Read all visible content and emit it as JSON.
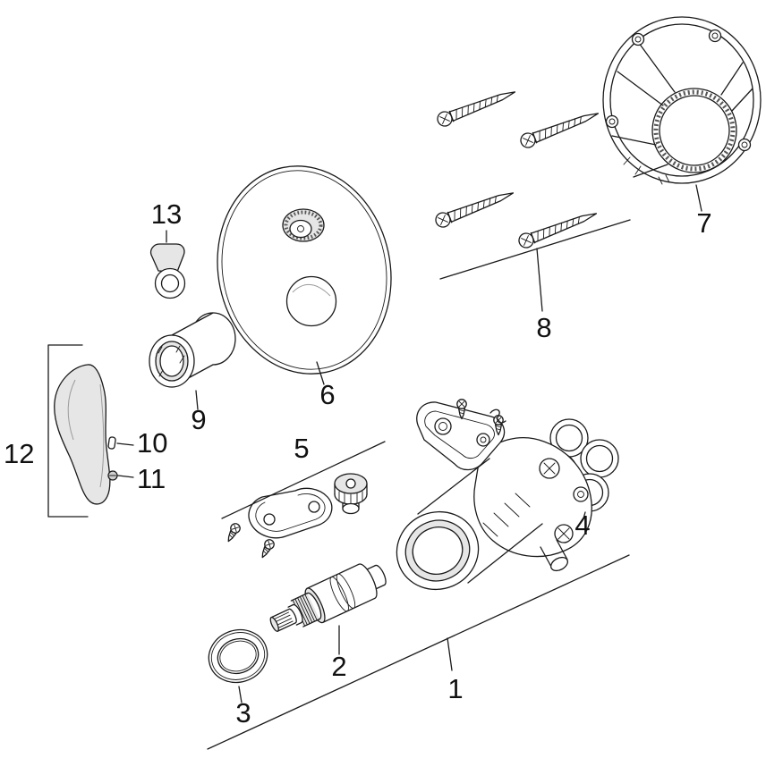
{
  "diagram": {
    "background_color": "#ffffff",
    "line_color": "#1a1a1a",
    "shade_color": "#e6e6e6"
  },
  "part_labels": {
    "1": "1",
    "2": "2",
    "3": "3",
    "4": "4",
    "5": "5",
    "6": "6",
    "7": "7",
    "8": "8",
    "9": "9",
    "10": "10",
    "11": "11",
    "12": "12",
    "13": "13"
  }
}
